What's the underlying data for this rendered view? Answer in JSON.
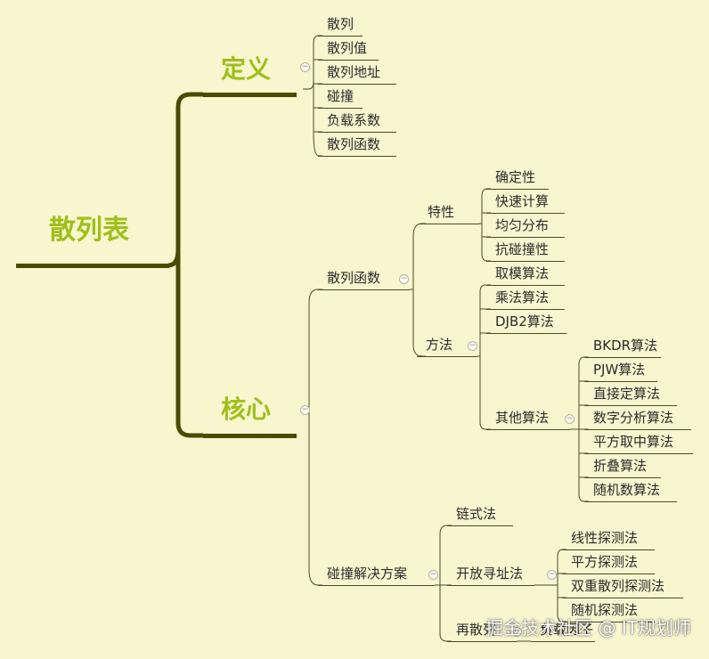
{
  "root": "散列表",
  "definition": {
    "title": "定义",
    "items": [
      "散列",
      "散列值",
      "散列地址",
      "碰撞",
      "负载系数",
      "散列函数"
    ]
  },
  "core": {
    "title": "核心",
    "hash_function": {
      "label": "散列函数",
      "traits": {
        "label": "特性",
        "items": [
          "确定性",
          "快速计算",
          "均匀分布",
          "抗碰撞性"
        ]
      },
      "methods": {
        "label": "方法",
        "items": [
          "取模算法",
          "乘法算法",
          "DJB2算法"
        ],
        "other": {
          "label": "其他算法",
          "items": [
            "BKDR算法",
            "PJW算法",
            "直接定算法",
            "数字分析算法",
            "平方取中算法",
            "折叠算法",
            "随机数算法"
          ]
        }
      }
    },
    "collision": {
      "label": "碰撞解决方案",
      "chaining": "链式法",
      "open_addressing": {
        "label": "开放寻址法",
        "items": [
          "线性探测法",
          "平方探测法",
          "双重散列探测法",
          "随机探测法"
        ]
      },
      "rehash": "再散列",
      "rehash_child": "负载因子"
    }
  },
  "watermark": "掘金技术社区 @ IT规划师",
  "colors": {
    "background": "#f7f6cf",
    "heading": "#9fbf1a",
    "line": "#4b4a00"
  }
}
